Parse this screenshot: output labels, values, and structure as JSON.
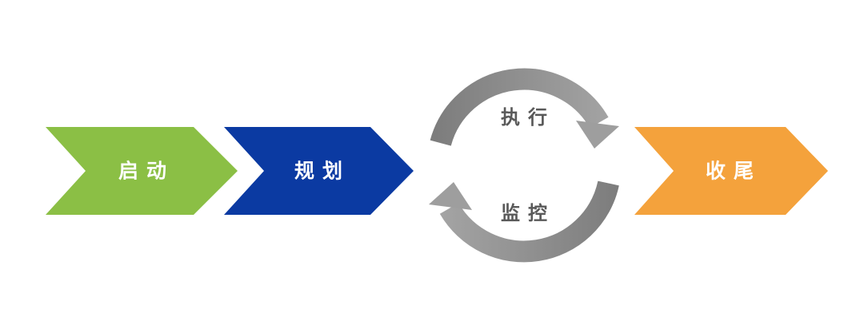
{
  "diagram": {
    "background": "#FFFFFF",
    "stages": [
      {
        "id": "initiation",
        "label": "启动",
        "color": "#8BBF45",
        "text_color": "#FFFFFF"
      },
      {
        "id": "planning",
        "label": "规划",
        "color": "#0B3AA2",
        "text_color": "#FFFFFF"
      },
      {
        "id": "closing",
        "label": "收尾",
        "color": "#F4A23C",
        "text_color": "#FFFFFF"
      }
    ],
    "cycle": {
      "top_label": {
        "id": "execution",
        "label": "执行"
      },
      "bottom_label": {
        "id": "monitoring",
        "label": "监控"
      },
      "text_color": "#595959",
      "arc_color_dark": "#7D7D7D",
      "arc_color_light": "#A5A5A5",
      "arrow_head_color": "#9E9E9E"
    }
  }
}
